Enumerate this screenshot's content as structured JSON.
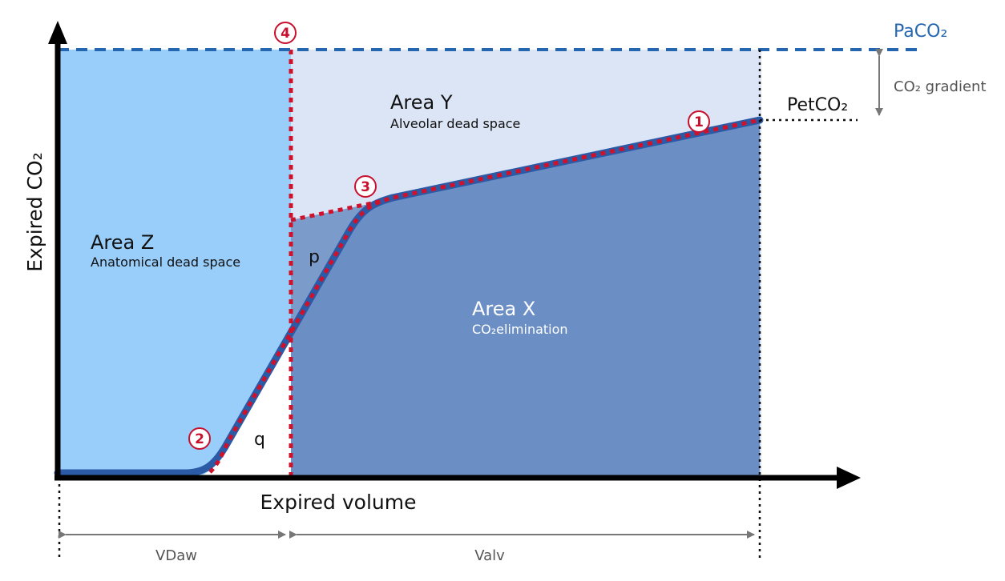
{
  "y_axis_label": "Expired CO₂",
  "x_axis_label": "Expired volume",
  "pa_co2_label": "PaCO₂",
  "pet_co2_label": "PetCO₂",
  "gradient_label": "CO₂ gradient",
  "area_x": {
    "title": "Area X",
    "subtitle": "CO₂elimination"
  },
  "area_y": {
    "title": "Area Y",
    "subtitle": "Alveolar dead space"
  },
  "area_z": {
    "title": "Area Z",
    "subtitle": "Anatomical dead space"
  },
  "region_p": "p",
  "region_q": "q",
  "markers": [
    "1",
    "2",
    "3",
    "4"
  ],
  "vdaw_label": "VDaw",
  "valv_label": "Valv",
  "colors": {
    "area_z": "#99cdfa",
    "area_y": "#dbe5f6",
    "area_x": "#6b8fc4",
    "curve": "#2b5aa6",
    "dotted": "#d0112b",
    "paco2_line": "#2566b0"
  }
}
